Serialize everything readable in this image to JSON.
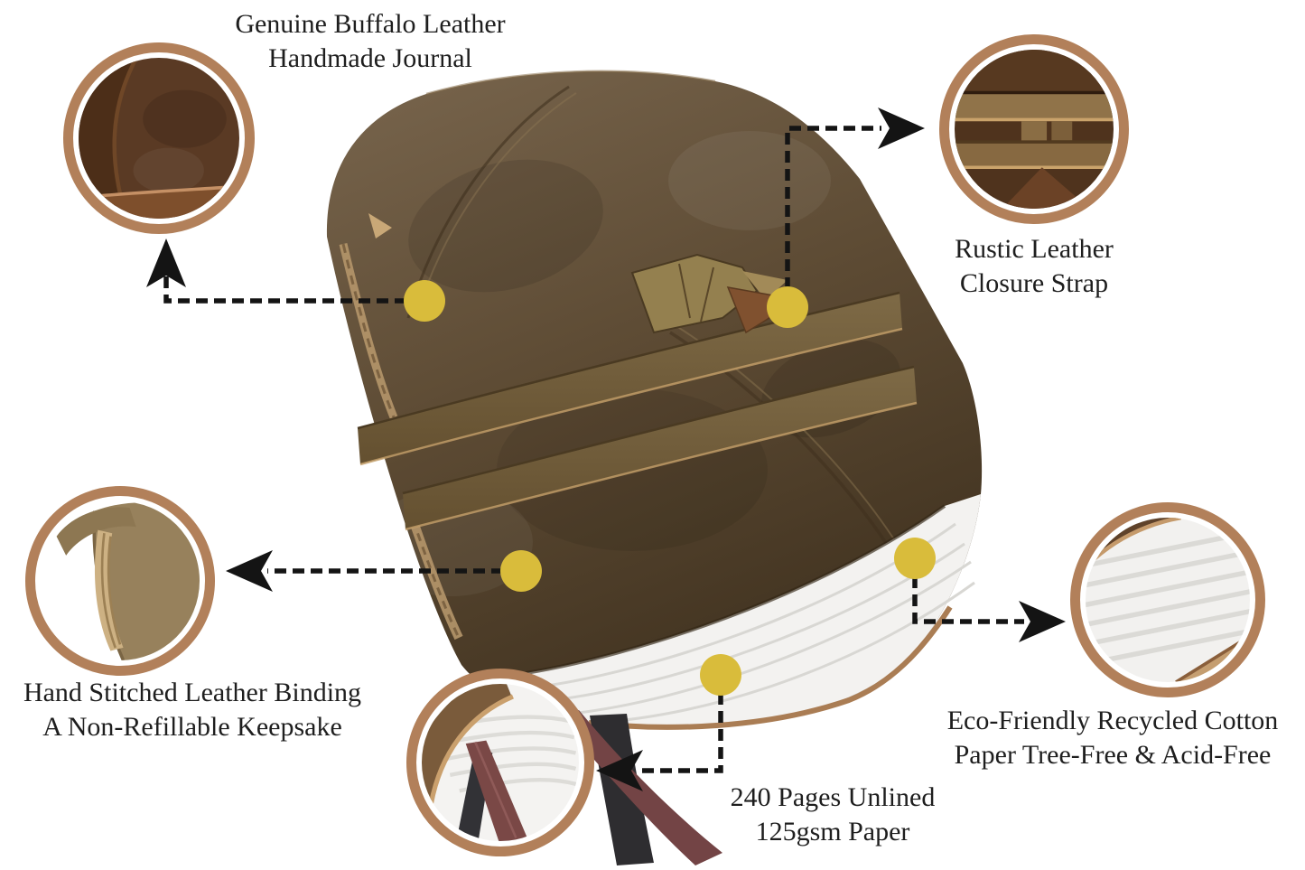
{
  "callouts": {
    "buffalo": {
      "line1": "Genuine Buffalo Leather",
      "line2": "Handmade Journal"
    },
    "closure": {
      "line1": "Rustic Leather",
      "line2": "Closure Strap"
    },
    "binding": {
      "line1": "Hand Stitched Leather Binding",
      "line2": "A Non-Refillable Keepsake"
    },
    "pages": {
      "line1": "240 Pages Unlined",
      "line2": "125gsm Paper"
    },
    "paper": {
      "line1": "Eco-Friendly Recycled Cotton",
      "line2": "Paper Tree-Free & Acid-Free"
    }
  },
  "detail_circle_names": [
    "leather-texture-detail",
    "closure-strap-detail",
    "stitched-binding-detail",
    "pages-ribbons-detail",
    "paper-edges-detail"
  ],
  "colors": {
    "anchor_dot": "#d9bc3b",
    "circle_ring": "#b2805a",
    "arrow": "#141414",
    "text": "#1e1e1e",
    "leather_cover": "#5d4a33",
    "leather_strap": "#786341",
    "page_white": "#f3f2f0",
    "ribbon_maroon": "#734445",
    "ribbon_black": "#2e2d30"
  }
}
